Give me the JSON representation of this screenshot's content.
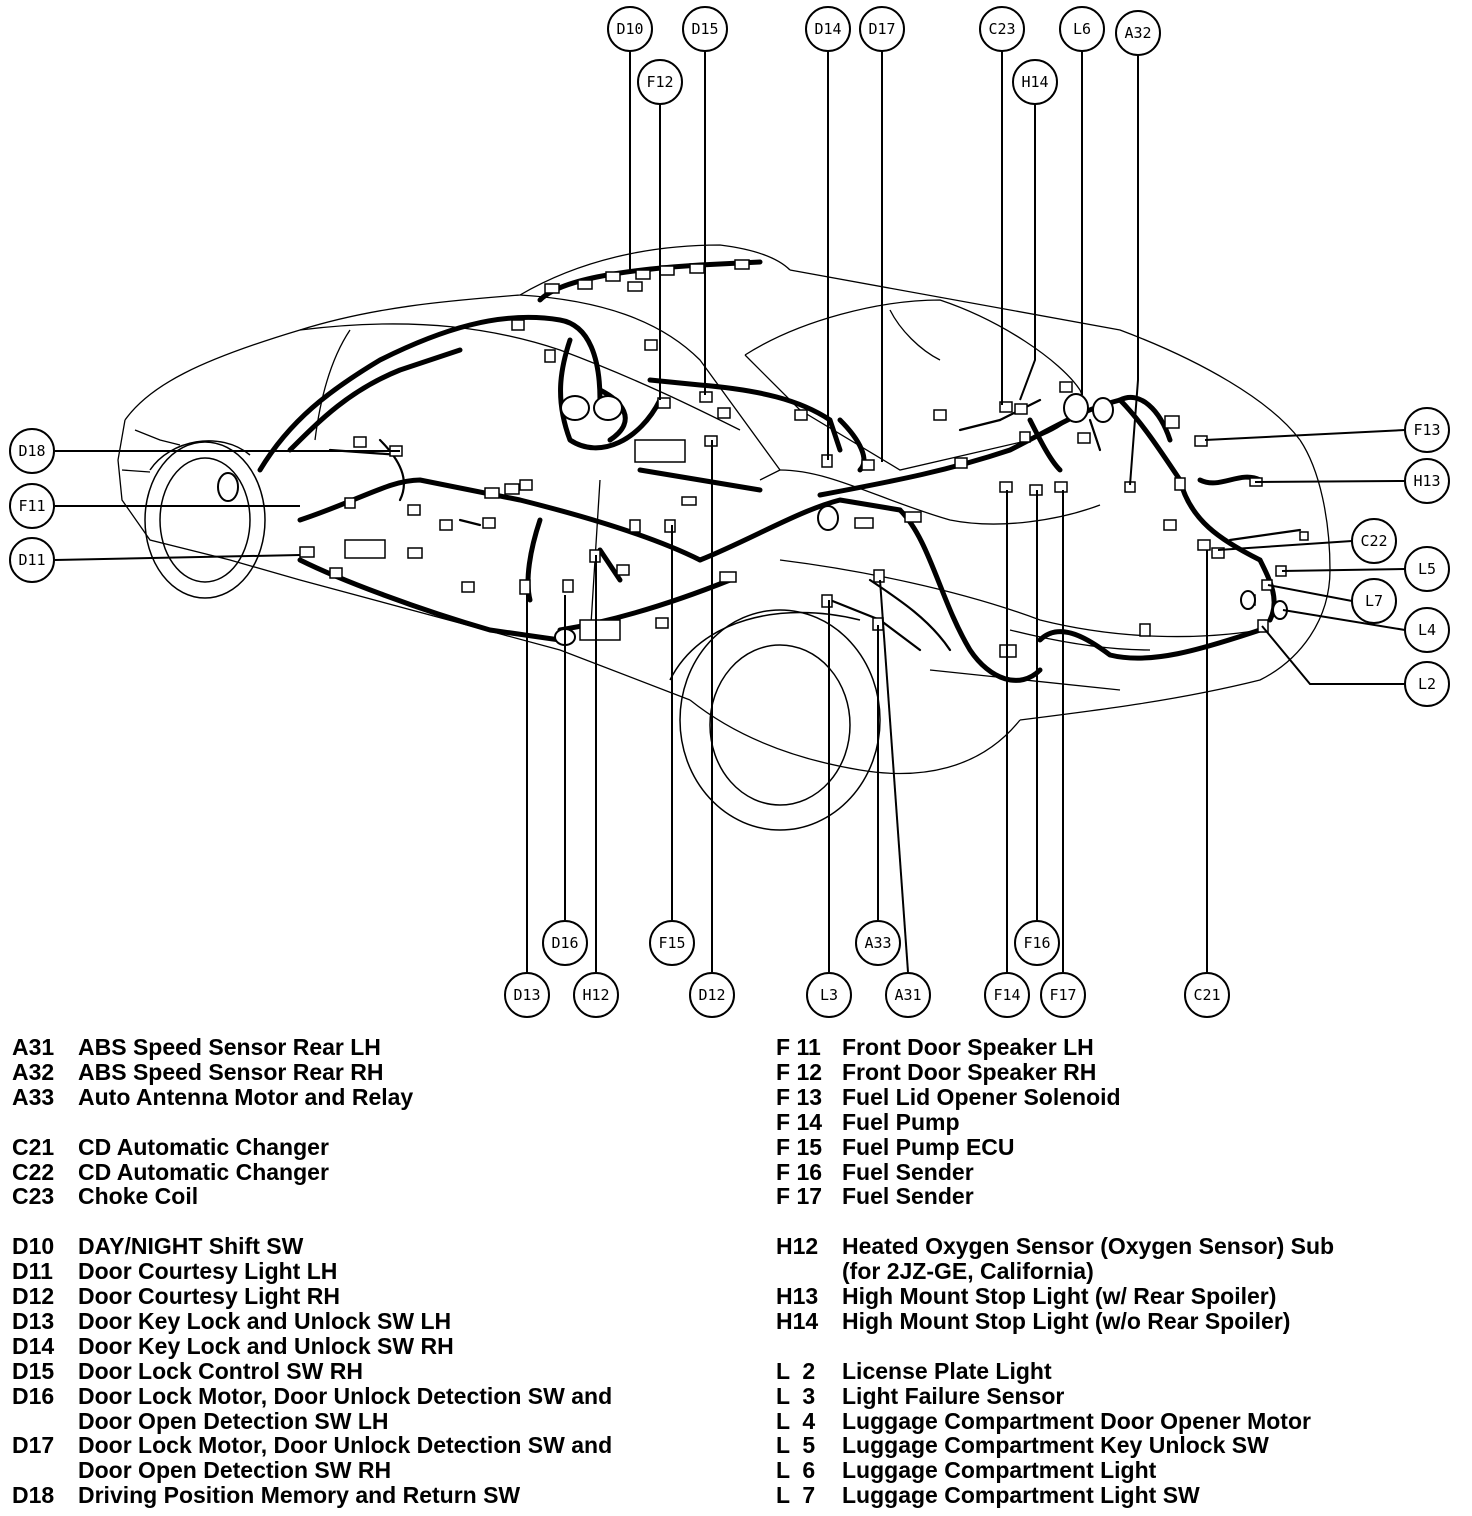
{
  "callouts": [
    {
      "code": "D10"
    },
    {
      "code": "D15"
    },
    {
      "code": "F12"
    },
    {
      "code": "D14"
    },
    {
      "code": "D17"
    },
    {
      "code": "C23"
    },
    {
      "code": "H14"
    },
    {
      "code": "L6"
    },
    {
      "code": "A32"
    },
    {
      "code": "D18"
    },
    {
      "code": "F11"
    },
    {
      "code": "D11"
    },
    {
      "code": "F13"
    },
    {
      "code": "H13"
    },
    {
      "code": "C22"
    },
    {
      "code": "L5"
    },
    {
      "code": "L7"
    },
    {
      "code": "L4"
    },
    {
      "code": "L2"
    },
    {
      "code": "D16"
    },
    {
      "code": "F15"
    },
    {
      "code": "A33"
    },
    {
      "code": "F16"
    },
    {
      "code": "D13"
    },
    {
      "code": "H12"
    },
    {
      "code": "D12"
    },
    {
      "code": "L3"
    },
    {
      "code": "A31"
    },
    {
      "code": "F14"
    },
    {
      "code": "F17"
    },
    {
      "code": "C21"
    }
  ],
  "legend_left": [
    {
      "code": "A31",
      "desc": "ABS Speed Sensor Rear LH"
    },
    {
      "code": "A32",
      "desc": "ABS Speed Sensor Rear RH"
    },
    {
      "code": "A33",
      "desc": "Auto Antenna Motor and Relay"
    },
    {
      "code": "C21",
      "desc": "CD Automatic Changer"
    },
    {
      "code": "C22",
      "desc": "CD Automatic Changer"
    },
    {
      "code": "C23",
      "desc": "Choke Coil"
    },
    {
      "code": "D10",
      "desc": "DAY/NIGHT Shift SW"
    },
    {
      "code": "D11",
      "desc": "Door Courtesy Light LH"
    },
    {
      "code": "D12",
      "desc": "Door Courtesy Light RH"
    },
    {
      "code": "D13",
      "desc": "Door Key Lock and Unlock SW LH"
    },
    {
      "code": "D14",
      "desc": "Door Key Lock and Unlock SW RH"
    },
    {
      "code": "D15",
      "desc": "Door Lock Control SW RH"
    },
    {
      "code": "D16",
      "desc": "Door Lock Motor, Door Unlock Detection SW and",
      "cont": "Door Open Detection SW LH"
    },
    {
      "code": "D17",
      "desc": "Door Lock Motor, Door Unlock Detection SW and",
      "cont": "Door Open Detection SW RH"
    },
    {
      "code": "D18",
      "desc": "Driving Position Memory and Return SW"
    }
  ],
  "legend_right": [
    {
      "code": "F 11",
      "desc": "Front Door Speaker LH"
    },
    {
      "code": "F 12",
      "desc": "Front Door Speaker RH"
    },
    {
      "code": "F 13",
      "desc": "Fuel Lid Opener Solenoid"
    },
    {
      "code": "F 14",
      "desc": "Fuel Pump"
    },
    {
      "code": "F 15",
      "desc": "Fuel Pump ECU"
    },
    {
      "code": "F 16",
      "desc": "Fuel Sender"
    },
    {
      "code": "F 17",
      "desc": "Fuel Sender"
    },
    {
      "code": "H12",
      "desc": "Heated Oxygen Sensor (Oxygen Sensor) Sub",
      "cont": "(for 2JZ-GE, California)"
    },
    {
      "code": "H13",
      "desc": "High Mount Stop Light (w/ Rear Spoiler)"
    },
    {
      "code": "H14",
      "desc": "High Mount Stop Light (w/o Rear Spoiler)"
    },
    {
      "code": "L  2",
      "desc": "License Plate Light"
    },
    {
      "code": "L  3",
      "desc": "Light Failure Sensor"
    },
    {
      "code": "L  4",
      "desc": "Luggage Compartment Door Opener Motor"
    },
    {
      "code": "L  5",
      "desc": "Luggage Compartment Key Unlock SW"
    },
    {
      "code": "L  6",
      "desc": "Luggage Compartment Light"
    },
    {
      "code": "L  7",
      "desc": "Luggage Compartment Light SW"
    }
  ]
}
